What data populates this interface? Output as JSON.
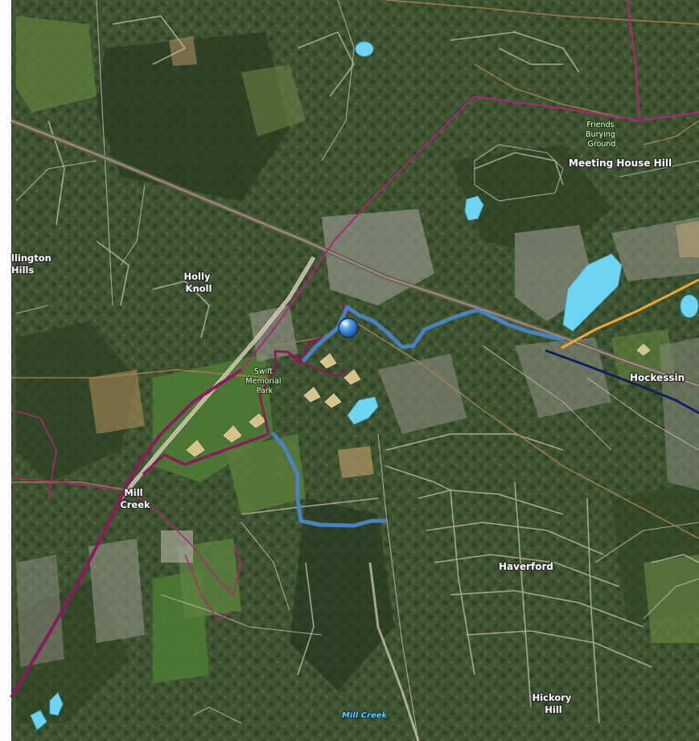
{
  "map": {
    "place_labels": {
      "friends_burying_ground": [
        "Friends",
        "Burying",
        "Ground"
      ],
      "meeting_house_hill": "Meeting House Hill",
      "wellington_hills": [
        "llington",
        "Hills"
      ],
      "holly_knoll": [
        "Holly",
        "Knoll"
      ],
      "swift_memorial_park": [
        "Swift",
        "Memorial",
        "Park"
      ],
      "hockessin": "Hockessin",
      "mill_creek_place": [
        "Mill",
        "Creek"
      ],
      "haverford": "Haverford",
      "hickory_hill": [
        "Hickory",
        "Hill"
      ]
    },
    "water_label": "Mill Creek",
    "colors": {
      "imagery_dark": "#2b3d22",
      "imagery_mid": "#3f5531",
      "imagery_light": "#5c6f45",
      "field": "#4f7a35",
      "developed": "#8e8f84",
      "water": "#6fd3f2",
      "trail_blue": "#4a86c5",
      "boundary_magenta": "#8a1a5e",
      "line_orange": "#f0a63a",
      "line_navy": "#10205e",
      "rail": "#6b6258",
      "road": "#c9c2b4",
      "location_marker": "#3b86d1"
    },
    "icons": {
      "location_marker": "location-marker-icon"
    }
  }
}
